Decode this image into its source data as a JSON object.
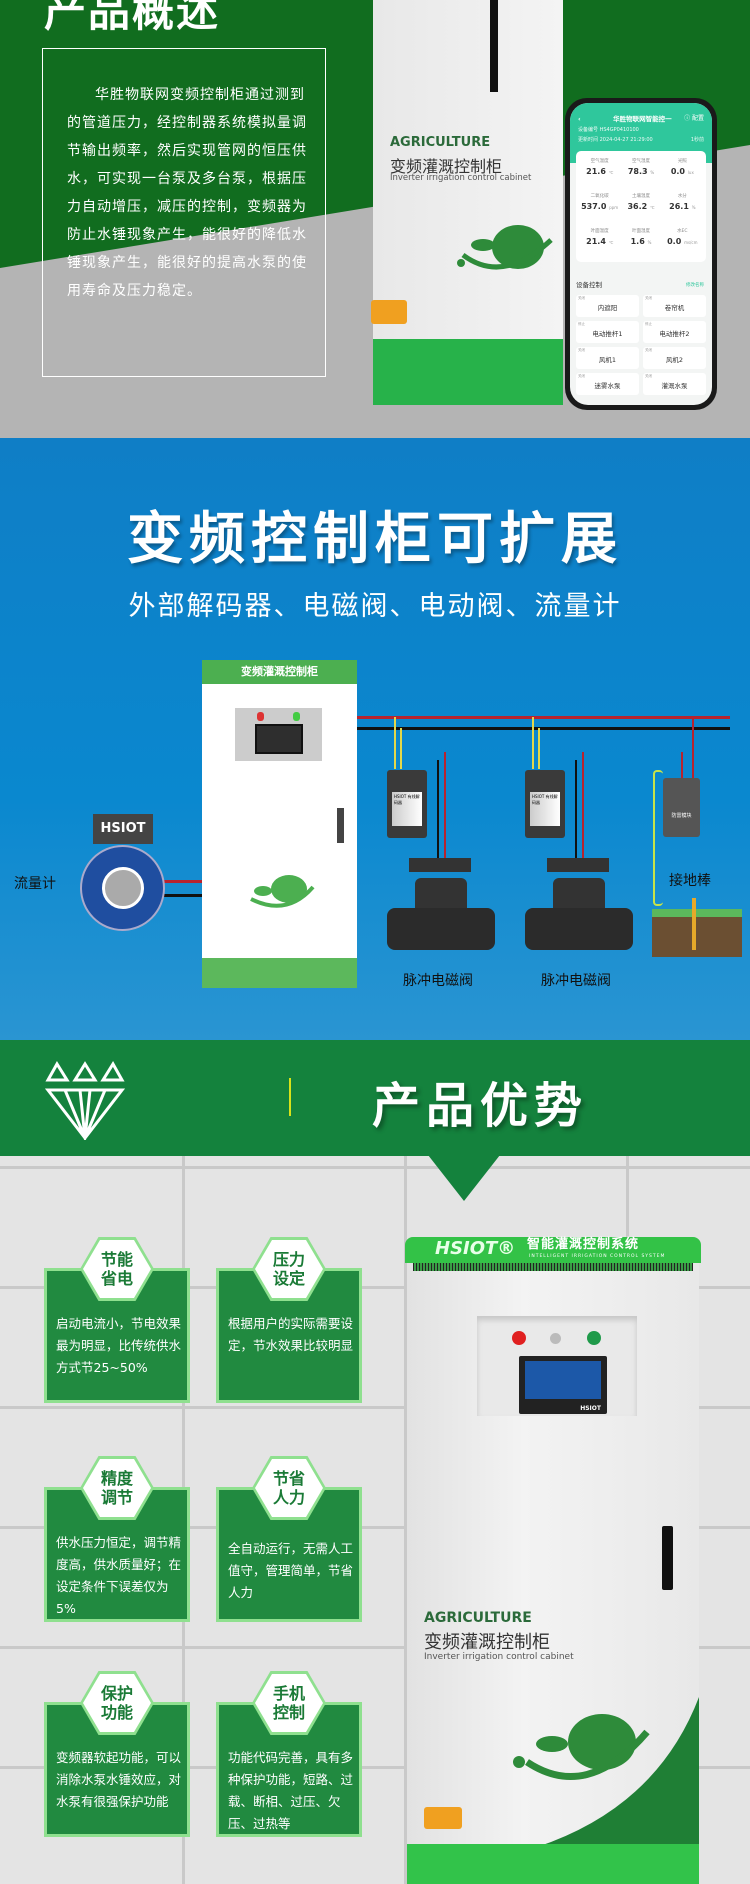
{
  "overview": {
    "title": "产品概述",
    "paragraph": "华胜物联网变频控制柜通过测到的管道压力，经控制器系统模拟量调节输出频率，然后实现管网的恒压供水，可实现一台泵及多台泵，根据压力自动增压，减压的控制，变频器为防止水锤现象产生，能很好的降低水锤现象产生，能很好的提高水泵的使用寿命及压力稳定。",
    "cabinet": {
      "brand": "AGRICULTURE",
      "name_cn": "变频灌溉控制柜",
      "name_en": "Inverter irrigation control cabinet"
    }
  },
  "phone_app": {
    "title": "华胜物联网智能控一",
    "config": "ⓘ 配置",
    "device_no": "设备编号  HS4GP0410100",
    "updated": "更新时间  2024-04-27 21:29:00",
    "ago": "1秒前",
    "sensors": [
      {
        "label": "空气温度",
        "value": "21.6",
        "unit": "℃"
      },
      {
        "label": "空气湿度",
        "value": "78.3",
        "unit": "%"
      },
      {
        "label": "光照",
        "value": "0.0",
        "unit": "lux"
      },
      {
        "label": "二氧化碳",
        "value": "537.0",
        "unit": "ppm"
      },
      {
        "label": "土壤温度",
        "value": "36.2",
        "unit": "℃"
      },
      {
        "label": "水分",
        "value": "26.1",
        "unit": "%"
      },
      {
        "label": "叶面温度",
        "value": "21.4",
        "unit": "℃"
      },
      {
        "label": "叶面湿度",
        "value": "1.6",
        "unit": "%"
      },
      {
        "label": "水EC",
        "value": "0.0",
        "unit": "ms/cm"
      }
    ],
    "control_title": "设备控制",
    "rename": "修改名称",
    "devices": [
      {
        "name": "内遮阳",
        "status": "关闭"
      },
      {
        "name": "卷帘机",
        "status": "关闭"
      },
      {
        "name": "电动推杆1",
        "status": "停止"
      },
      {
        "name": "电动推杆2",
        "status": "停止"
      },
      {
        "name": "风机1",
        "status": "关闭"
      },
      {
        "name": "风机2",
        "status": "关闭"
      },
      {
        "name": "迷雾水泵",
        "status": "关闭"
      },
      {
        "name": "灌溉水泵",
        "status": "关闭"
      }
    ]
  },
  "expand": {
    "title": "变频控制柜可扩展",
    "subtitle": "外部解码器、电磁阀、电动阀、流量计",
    "cabinet_label": "变频灌溉控制柜",
    "flowmeter_brand": "HSIOT",
    "flowmeter_label": "流量计",
    "decoder_text": "HSIOT 有线解码器",
    "valve_label": "脉冲电磁阀",
    "surge_label": "防雷模块",
    "ground_label": "接地棒"
  },
  "advantages": {
    "title": "产品优势",
    "cards": [
      {
        "title1": "节能",
        "title2": "省电",
        "text": "启动电流小，节电效果最为明显，比传统供水方式节25~50%"
      },
      {
        "title1": "压力",
        "title2": "设定",
        "text": "根据用户的实际需要设定，节水效果比较明显"
      },
      {
        "title1": "精度",
        "title2": "调节",
        "text": "供水压力恒定，调节精度高，供水质量好；在设定条件下误差仅为5%"
      },
      {
        "title1": "节省",
        "title2": "人力",
        "text": "全自动运行，无需人工值守，管理简单，节省人力"
      },
      {
        "title1": "保护",
        "title2": "功能",
        "text": "变频器软起功能，可以消除水泵水锤效应，对水泵有很强保护功能"
      },
      {
        "title1": "手机",
        "title2": "控制",
        "text": "功能代码完善，具有多种保护功能，短路、过载、断相、过压、欠压、过热等"
      }
    ],
    "cabinet": {
      "logo": "HSIOT®",
      "system_cn": "智能灌溉控制系统",
      "system_en": "INTELLIGENT IRRIGATION CONTROL SYSTEM",
      "screen_brand": "HSIOT",
      "brand": "AGRICULTURE",
      "name_cn": "变频灌溉控制柜",
      "name_en": "Inverter irrigation control cabinet"
    }
  },
  "colors": {
    "green": "#116d1f",
    "blue": "#0a88cf",
    "banner": "#14823d",
    "card": "#218a40"
  }
}
